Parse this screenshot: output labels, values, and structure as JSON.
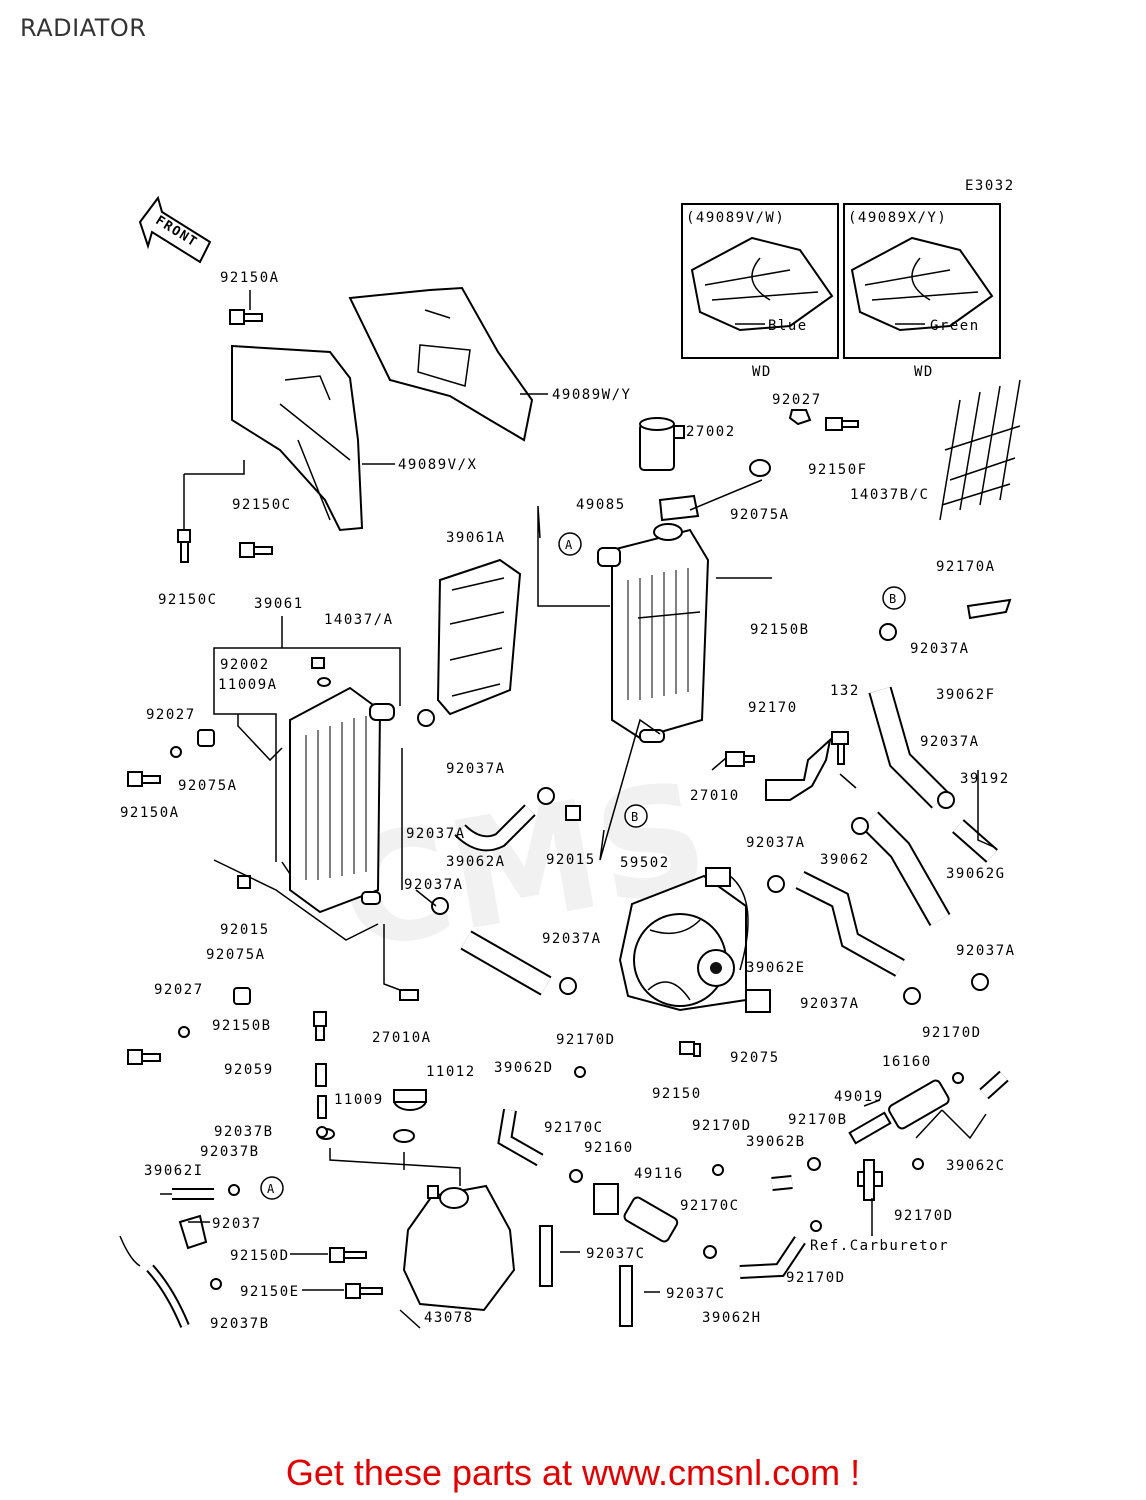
{
  "title": "RADIATOR",
  "code": "E3032",
  "front": "FRONT",
  "watermark": "CMS",
  "insets": [
    {
      "name": "(49089V/W)",
      "color_text": "Blue",
      "code": "WD"
    },
    {
      "name": "(49089X/Y)",
      "color_text": "Green",
      "code": "WD"
    }
  ],
  "labels": [
    "92150A",
    "49089W/Y",
    "49089V/X",
    "92150C",
    "92150C",
    "27002",
    "92027",
    "92150F",
    "49085",
    "92075A",
    "14037B/C",
    "39061A",
    "92150B",
    "92170A",
    "14037/A",
    "39061",
    "92037A",
    "92002",
    "11009A",
    "39062F",
    "92027",
    "132",
    "92170",
    "92075A",
    "92037A",
    "92150A",
    "39192",
    "92037A",
    "27010",
    "39062A",
    "92015",
    "92037A",
    "92037A",
    "59502",
    "39062G",
    "92015",
    "92037A",
    "39062",
    "92075A",
    "92037A",
    "92037A",
    "39062E",
    "92027",
    "92037A",
    "92150B",
    "27010A",
    "92075",
    "92170D",
    "92059",
    "11012",
    "92170D",
    "92150",
    "16160",
    "39062D",
    "11009",
    "49019",
    "92037B",
    "92170C",
    "92160",
    "92170D",
    "92170B",
    "92037B",
    "39062B",
    "39062C",
    "39062I",
    "49116",
    "92037",
    "92170C",
    "92170D",
    "92150D",
    "92037C",
    "92150E",
    "Ref.Carburetor",
    "92037C",
    "92170D",
    "92037B",
    "43078",
    "39062H"
  ],
  "ref_a": "A",
  "ref_b": "B",
  "footer": "Get these parts at www.cmsnl.com !"
}
